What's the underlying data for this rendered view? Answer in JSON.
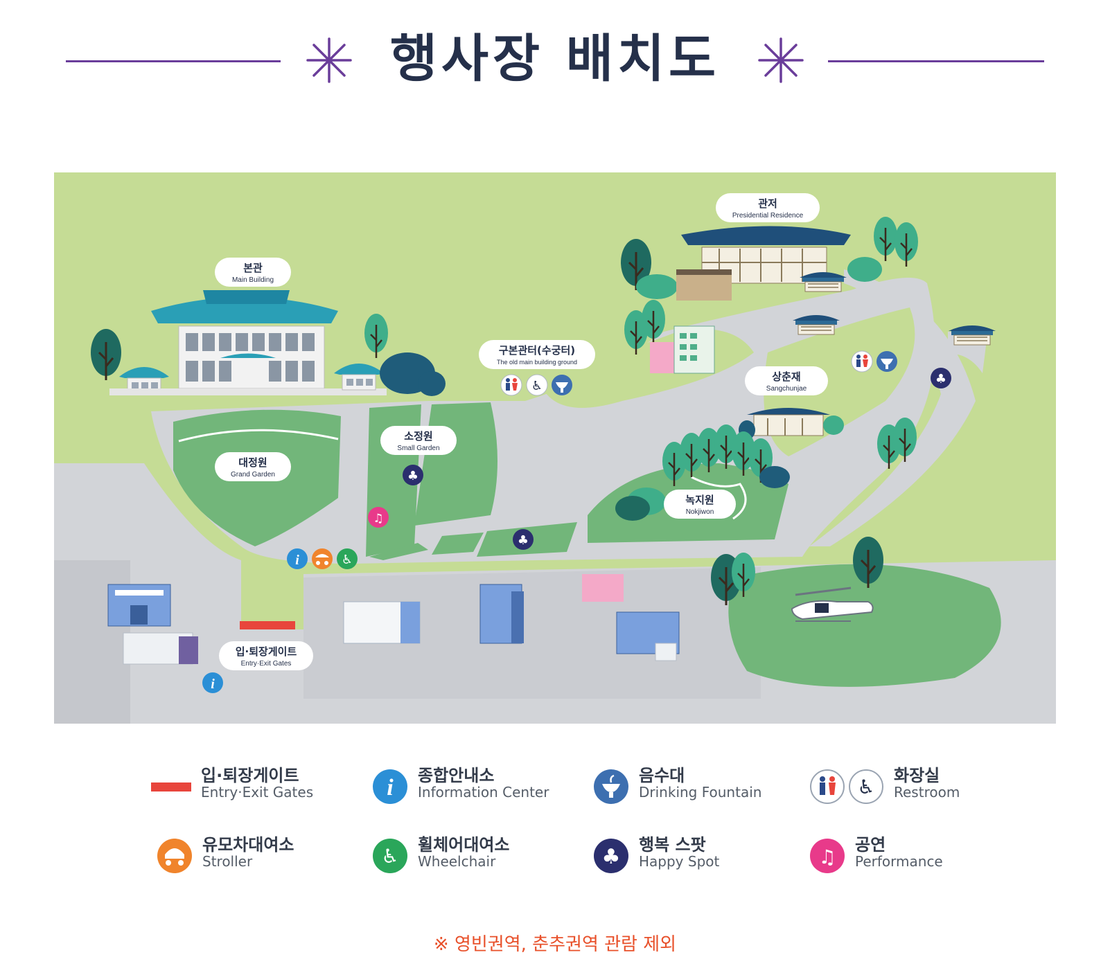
{
  "header": {
    "title": "행사장 배치도"
  },
  "map": {
    "places": {
      "main_building": {
        "ko": "본관",
        "en": "Main Building"
      },
      "residence": {
        "ko": "관저",
        "en": "Presidential Residence"
      },
      "old_main": {
        "ko": "구본관터(수궁터)",
        "en": "The old main building ground"
      },
      "sangchunjae": {
        "ko": "상춘재",
        "en": "Sangchunjae"
      },
      "small_garden": {
        "ko": "소정원",
        "en": "Small Garden"
      },
      "grand_garden": {
        "ko": "대정원",
        "en": "Grand Garden"
      },
      "nokjiwon": {
        "ko": "녹지원",
        "en": "Nokjiwon"
      },
      "gate": {
        "ko": "입·퇴장게이트",
        "en": "Entry·Exit Gates"
      }
    }
  },
  "legend": {
    "items": [
      {
        "ko": "입·퇴장게이트",
        "en": "Entry·Exit Gates",
        "icon": "gate-bar-icon",
        "color": "#e8453c"
      },
      {
        "ko": "종합안내소",
        "en": "Information Center",
        "icon": "info-icon",
        "color": "#2b8fd6"
      },
      {
        "ko": "음수대",
        "en": "Drinking Fountain",
        "icon": "fountain-icon",
        "color": "#3d6fb0"
      },
      {
        "ko": "화장실",
        "en": "Restroom",
        "icon": "restroom-icon",
        "color": "#2b4a8a"
      },
      {
        "ko": "유모차대여소",
        "en": "Stroller",
        "icon": "stroller-icon",
        "color": "#f0842c"
      },
      {
        "ko": "휠체어대여소",
        "en": "Wheelchair",
        "icon": "wheelchair-icon",
        "color": "#2aa65a"
      },
      {
        "ko": "행복 스팟",
        "en": "Happy Spot",
        "icon": "clover-icon",
        "color": "#2b2f6e"
      },
      {
        "ko": "공연",
        "en": "Performance",
        "icon": "music-icon",
        "color": "#e83a8a"
      }
    ]
  },
  "note": "※ 영빈권역, 춘추권역 관람 제외",
  "colors": {
    "accent_line": "#6a3d9a",
    "title": "#25304a",
    "grass": "#c5dc95",
    "garden": "#72b67a",
    "road": "#d2d4d8",
    "note": "#e8502a"
  }
}
